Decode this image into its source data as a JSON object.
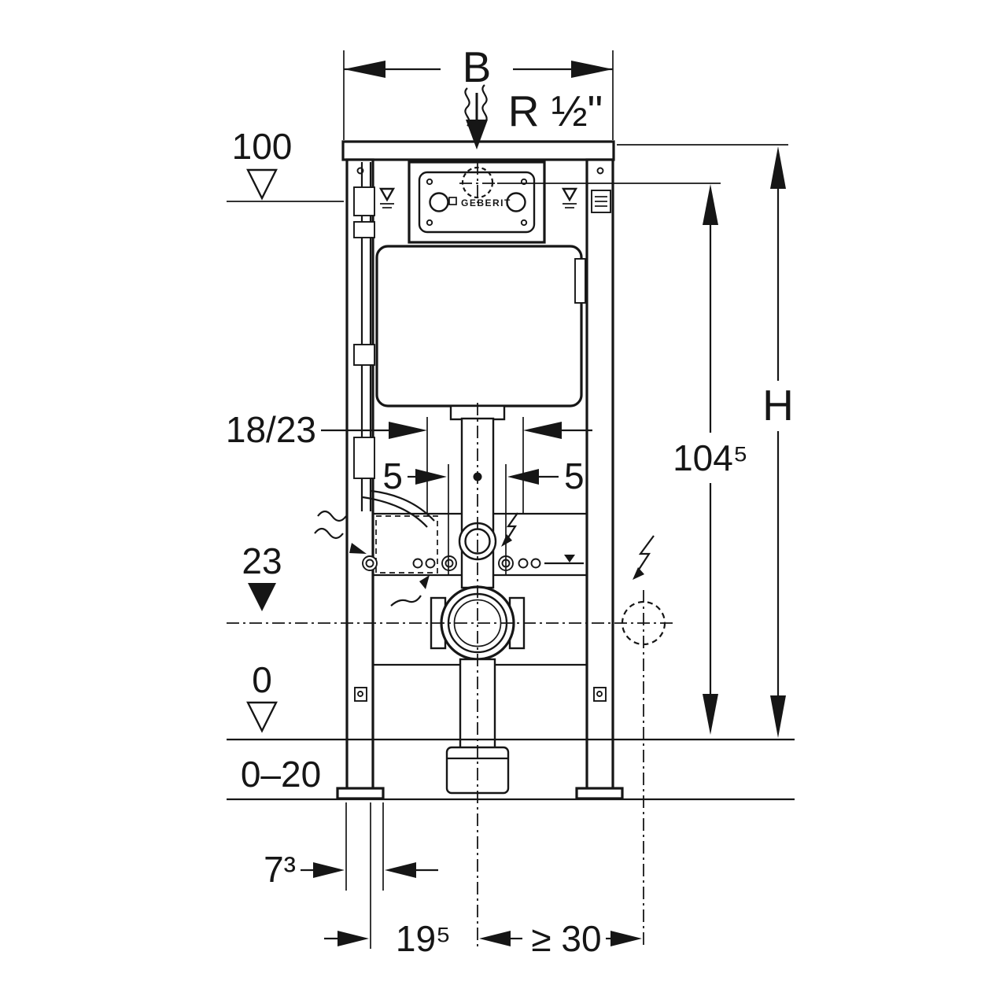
{
  "diagram": {
    "brand": "GEBERIT",
    "labels": {
      "b": "B",
      "r_half": "R ½\"",
      "h": "H",
      "d100": "100",
      "d104_5": "104⁵",
      "d18_23": "18/23",
      "d5_left": "5",
      "d5_right": "5",
      "d23": "23",
      "d0": "0",
      "d0_20": "0–20",
      "d7_3": "7³",
      "d19_5": "19⁵",
      "d30": "≥ 30"
    }
  }
}
